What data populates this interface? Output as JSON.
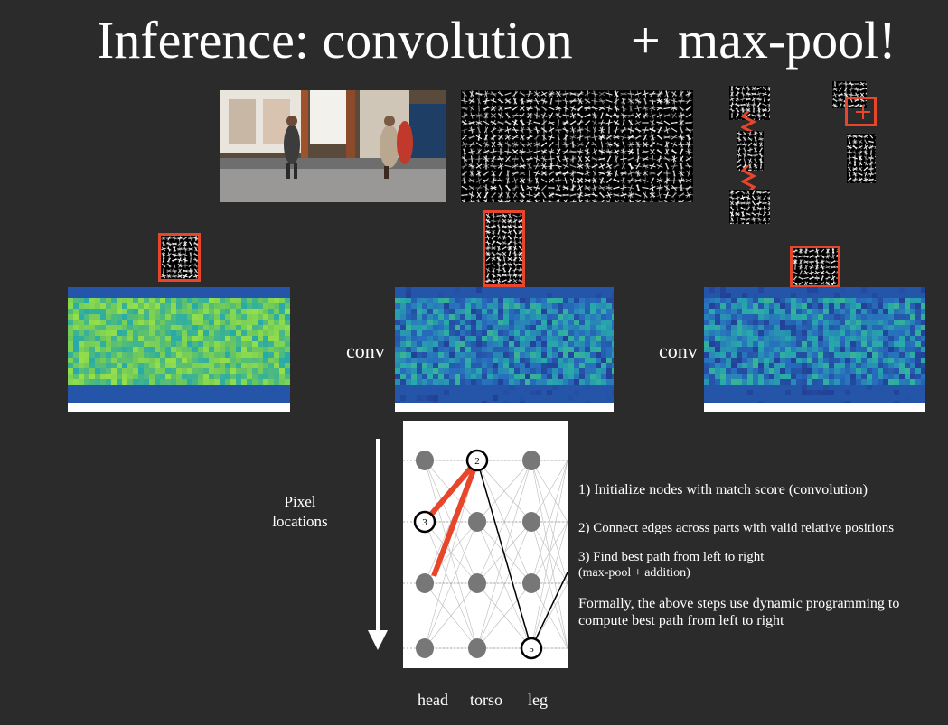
{
  "title": {
    "part1": "Inference: convolution",
    "plus": "+",
    "part2": "max-pool!"
  },
  "conv_labels": [
    "conv",
    "conv"
  ],
  "pixel_axis": {
    "line1": "Pixel",
    "line2": "locations"
  },
  "node_numbers": {
    "head": "3",
    "torso": "2",
    "leg": "5"
  },
  "part_labels": [
    "head",
    "torso",
    "leg"
  ],
  "steps": {
    "s1": "1) Initialize nodes with match score (convolution)",
    "s2": "2) Connect edges across parts with valid relative positions",
    "s3a": "3) Find best path from left to right",
    "s3b": "(max-pool + addition)",
    "s4a": "Formally, the above steps use dynamic programming to",
    "s4b": "compute best path from left to right"
  },
  "colors": {
    "background": "#2b2b2b",
    "highlight": "#e8462b",
    "heat_low": "#1f2f88",
    "heat_high": "#9be34a"
  },
  "icons": [
    "arrow-down-icon"
  ]
}
